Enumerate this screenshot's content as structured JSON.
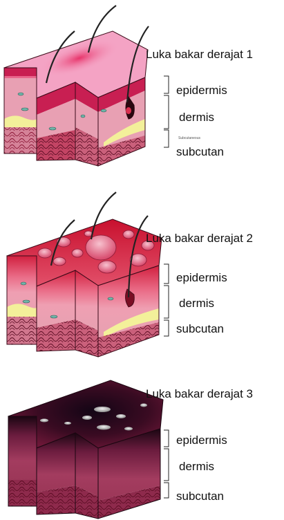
{
  "panels": [
    {
      "title": "Luka bakar derajat 1",
      "layers": [
        "epidermis",
        "dermis",
        "subcutan"
      ],
      "faint_label": "Subcutaneous"
    },
    {
      "title": "Luka bakar derajat 2",
      "layers": [
        "epidermis",
        "dermis",
        "subcutan"
      ]
    },
    {
      "title": "Luka bakar derajat 3",
      "layers": [
        "epidermis",
        "dermis",
        "subcutan"
      ]
    }
  ],
  "colors": {
    "skin_top_1": "#f4a3c4",
    "burn_red": "#e33a6a",
    "epidermis": "#c81f52",
    "dermis": "#e8a0b3",
    "fat": "#f3f09a",
    "subcutan": "#b31c43",
    "charred": "#3a0b22"
  }
}
